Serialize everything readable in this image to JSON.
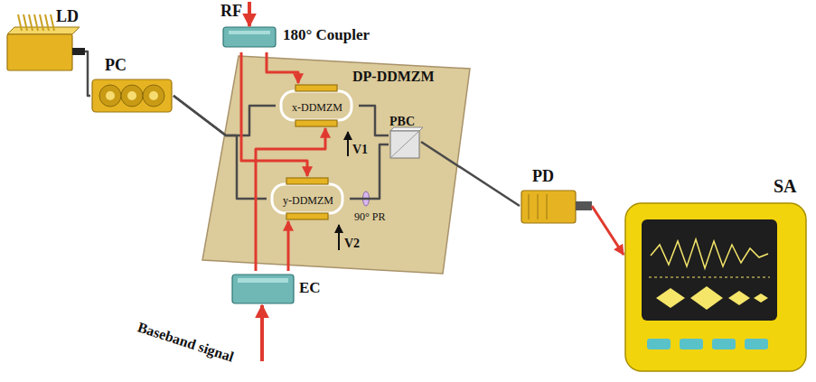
{
  "diagram": {
    "nodes": [
      {
        "text": [
          "LD"
        ]
      },
      {
        "text": [
          "PC"
        ]
      },
      {
        "text": [
          "180° Coupler"
        ]
      },
      {
        "text": [
          "DP-DDMZM"
        ]
      },
      {
        "text": [
          "x-DDMZM"
        ],
        "in": 3
      },
      {
        "text": [
          "y-DDMZM"
        ],
        "in": 3
      },
      {
        "text": [
          "PBC"
        ],
        "in": 3
      },
      {
        "text": [
          "EC"
        ]
      },
      {
        "text": [
          "PD"
        ]
      },
      {
        "text": [
          "SA"
        ]
      }
    ],
    "edges": [
      {
        "from": 0,
        "to": 1,
        "arrow": "none"
      },
      {
        "from": 1,
        "to": 4,
        "arrow": "none"
      },
      {
        "from": 1,
        "to": 5,
        "arrow": "none"
      },
      {
        "from": 4,
        "to": 6,
        "arrow": "none"
      },
      {
        "from": 5,
        "to": 6,
        "arrow": "none"
      },
      {
        "from": 6,
        "to": 8,
        "arrow": "none"
      },
      {
        "from": 8,
        "to": 9,
        "arrow": "to"
      },
      {
        "from": 2,
        "to": 4,
        "arrow": "to"
      },
      {
        "from": 2,
        "to": 5,
        "arrow": "to"
      },
      {
        "from": 7,
        "to": 5,
        "arrow": "to"
      },
      {
        "from": 7,
        "to": 4,
        "arrow": "to"
      }
    ],
    "labels": [
      "RF",
      "V1",
      "V2",
      "90° PR",
      "Baseband signal"
    ]
  }
}
